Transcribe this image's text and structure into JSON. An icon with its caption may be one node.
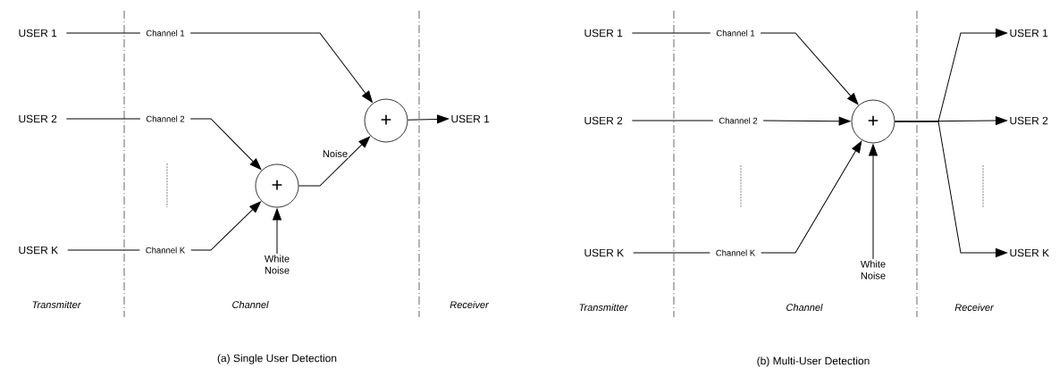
{
  "diagram": {
    "nodes": [
      {
        "text": [
          "USER 1"
        ]
      },
      {
        "text": [
          "USER 2"
        ]
      },
      {
        "text": [
          "USER K"
        ]
      },
      {
        "text": [
          "Channel 1"
        ]
      },
      {
        "text": [
          "Channel 2"
        ]
      },
      {
        "text": [
          "Channel K"
        ]
      },
      {
        "text": [
          "+"
        ]
      },
      {
        "text": [
          "+"
        ]
      },
      {
        "text": [
          "White Noise"
        ]
      },
      {
        "text": [
          "USER 1"
        ]
      },
      {
        "text": [
          "USER 1"
        ]
      },
      {
        "text": [
          "USER 2"
        ]
      },
      {
        "text": [
          "USER K"
        ]
      },
      {
        "text": [
          "Channel 1"
        ]
      },
      {
        "text": [
          "Channel 2"
        ]
      },
      {
        "text": [
          "Channel K"
        ]
      },
      {
        "text": [
          "+"
        ]
      },
      {
        "text": [
          "White Noise"
        ]
      },
      {
        "text": [
          "USER 1"
        ]
      },
      {
        "text": [
          "USER 2"
        ]
      },
      {
        "text": [
          "USER K"
        ]
      }
    ],
    "edges": [
      {
        "from": 0,
        "to": 3,
        "arrow": "none"
      },
      {
        "from": 1,
        "to": 4,
        "arrow": "none"
      },
      {
        "from": 2,
        "to": 5,
        "arrow": "none"
      },
      {
        "from": 3,
        "to": 7,
        "arrow": "to"
      },
      {
        "from": 4,
        "to": 6,
        "arrow": "to"
      },
      {
        "from": 5,
        "to": 6,
        "arrow": "to"
      },
      {
        "from": 8,
        "to": 6,
        "arrow": "to"
      },
      {
        "from": 6,
        "to": 7,
        "arrow": "to",
        "label": "Noise"
      },
      {
        "from": 7,
        "to": 9,
        "arrow": "to"
      },
      {
        "from": 10,
        "to": 13,
        "arrow": "none"
      },
      {
        "from": 11,
        "to": 14,
        "arrow": "none"
      },
      {
        "from": 12,
        "to": 15,
        "arrow": "none"
      },
      {
        "from": 13,
        "to": 16,
        "arrow": "to"
      },
      {
        "from": 14,
        "to": 16,
        "arrow": "to"
      },
      {
        "from": 15,
        "to": 16,
        "arrow": "to"
      },
      {
        "from": 17,
        "to": 16,
        "arrow": "to"
      },
      {
        "from": 16,
        "to": 18,
        "arrow": "to"
      },
      {
        "from": 16,
        "to": 19,
        "arrow": "to"
      },
      {
        "from": 16,
        "to": 20,
        "arrow": "to"
      }
    ],
    "labels": [
      "Transmitter",
      "Channel",
      "Receiver",
      "Transmitter",
      "Channel",
      "Receiver",
      "(a) Single User Detection",
      "(b) Multi-User Detection"
    ]
  }
}
